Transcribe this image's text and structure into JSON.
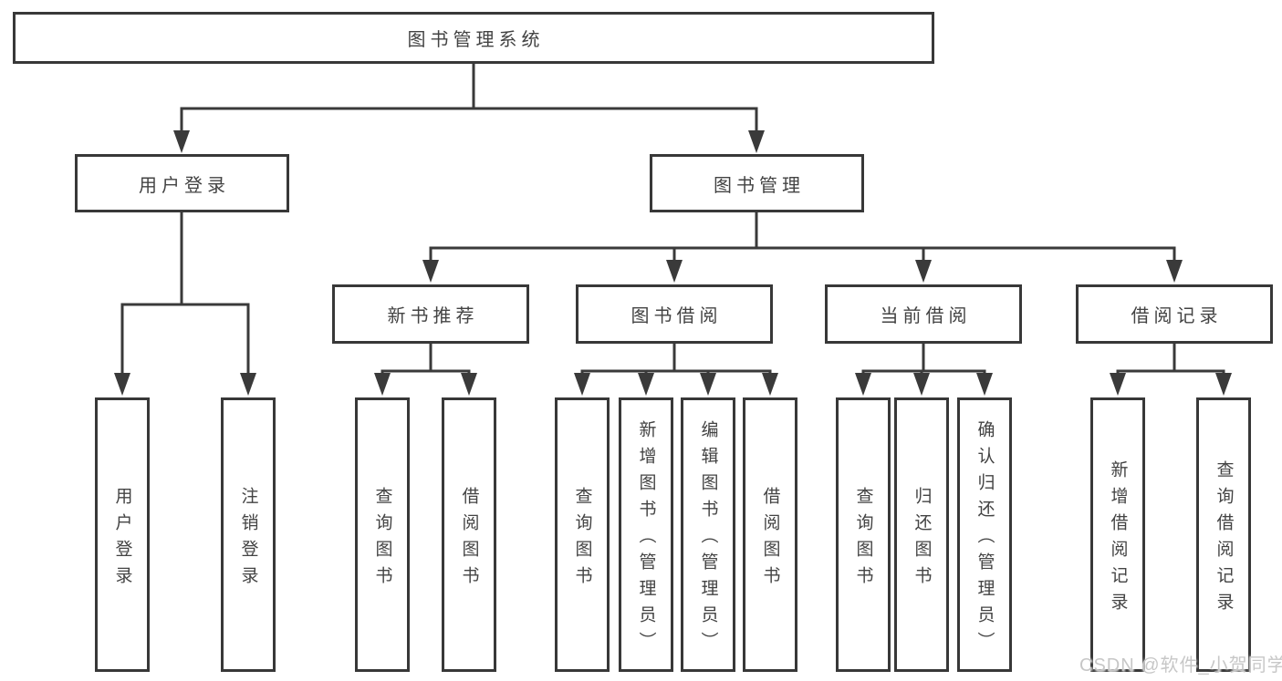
{
  "diagram": {
    "root": "图书管理系统",
    "level2": [
      "用户登录",
      "图书管理"
    ],
    "level3": [
      "新书推荐",
      "图书借阅",
      "当前借阅",
      "借阅记录"
    ],
    "leaves": {
      "login": [
        "用户登录",
        "注销登录"
      ],
      "recommend": [
        "查询图书",
        "借阅图书"
      ],
      "borrow": [
        "查询图书",
        "新增图书（管理员）",
        "编辑图书（管理员）",
        "借阅图书"
      ],
      "current": [
        "查询图书",
        "归还图书",
        "确认归还（管理员）"
      ],
      "records": [
        "新增借阅记录",
        "查询借阅记录"
      ]
    }
  },
  "watermark": "CSDN @软件_小贺同学",
  "colors": {
    "line": "#3a3a3a",
    "border": "#383838",
    "text": "#434343",
    "watermark": "#c7c7c7",
    "background": "#ffffff"
  }
}
